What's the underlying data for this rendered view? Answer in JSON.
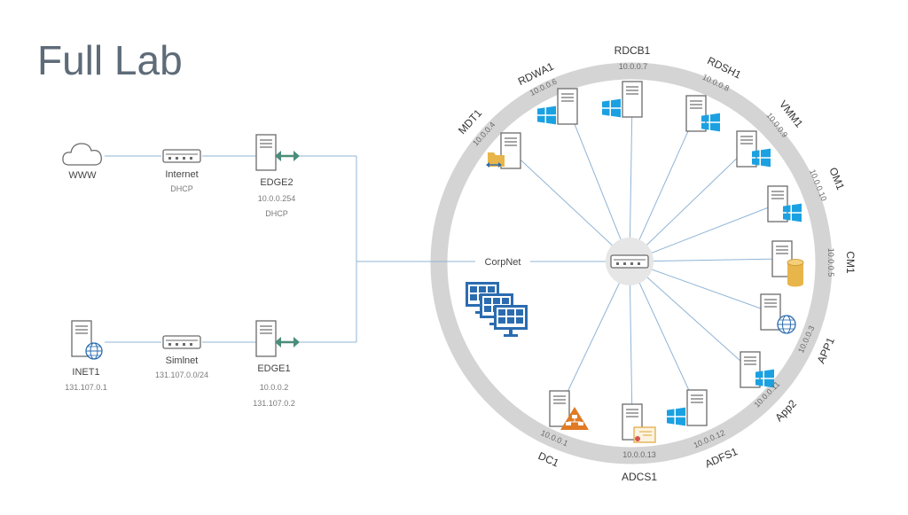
{
  "title": "Full Lab",
  "colors": {
    "wire": "#8fb4d6",
    "ring": "#d4d4d4",
    "server": "#6b6b6b",
    "windows": "#1ba1e2",
    "arrow": "#4a8d7a",
    "title": "#5e6b78"
  },
  "left_nodes": {
    "www": {
      "name": "WWW",
      "icon": "cloud-icon"
    },
    "internet": {
      "name": "Internet",
      "sub": "DHCP",
      "icon": "switch-icon"
    },
    "edge2": {
      "name": "EDGE2",
      "ip1": "10.0.0.254",
      "ip2": "DHCP",
      "icon": "router-server-icon"
    },
    "inet1": {
      "name": "INET1",
      "ip": "131.107.0.1",
      "icon": "web-server-icon"
    },
    "simlnet": {
      "name": "Simlnet",
      "sub": "131.107.0.0/24",
      "icon": "switch-icon"
    },
    "edge1": {
      "name": "EDGE1",
      "ip1": "10.0.0.2",
      "ip2": "131.107.0.2",
      "icon": "router-server-icon"
    }
  },
  "corpnet": {
    "label": "CorpNet",
    "icon": "switch-icon"
  },
  "clients_icon": "client-monitors-icon",
  "ring_nodes": [
    {
      "name": "MDT1",
      "ip": "10.0.0.4",
      "icon": "folder-transfer-icon"
    },
    {
      "name": "RDWA1",
      "ip": "10.0.0.6",
      "icon": "windows-icon"
    },
    {
      "name": "RDCB1",
      "ip": "10.0.0.7",
      "icon": "windows-icon"
    },
    {
      "name": "RDSH1",
      "ip": "10.0.0.8",
      "icon": "windows-icon"
    },
    {
      "name": "VMM1",
      "ip": "10.0.0.9",
      "icon": "windows-icon"
    },
    {
      "name": "OM1",
      "ip": "10.0.0.10",
      "icon": "windows-icon"
    },
    {
      "name": "CM1",
      "ip": "10.0.0.5",
      "icon": "database-icon"
    },
    {
      "name": "APP1",
      "ip": "10.0.0.3",
      "icon": "globe-icon"
    },
    {
      "name": "App2",
      "ip": "10.0.0.11",
      "icon": "windows-icon"
    },
    {
      "name": "ADFS1",
      "ip": "10.0.0.12",
      "icon": "windows-icon"
    },
    {
      "name": "ADCS1",
      "ip": "10.0.0.13",
      "icon": "certificate-icon"
    },
    {
      "name": "DC1",
      "ip": "10.0.0.1",
      "icon": "directory-tree-icon"
    }
  ]
}
